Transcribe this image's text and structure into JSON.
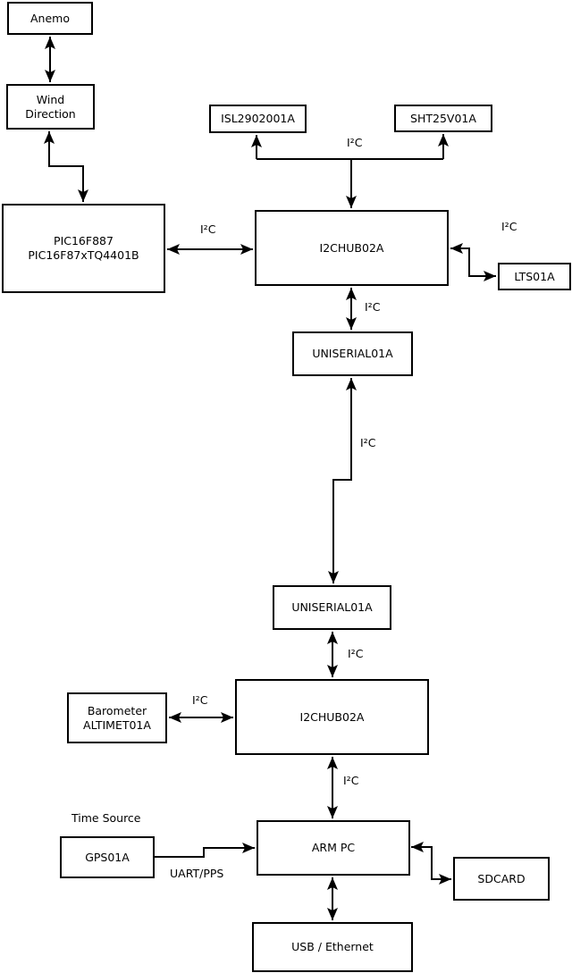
{
  "colors": {
    "background": "#ffffff",
    "line": "#000000",
    "box_fill": "#ffffff",
    "box_border": "#000000",
    "text": "#000000"
  },
  "boxes": {
    "anemo": {
      "label": "Anemo"
    },
    "wind_direction": {
      "label": "Wind\nDirection"
    },
    "pic": {
      "label": "PIC16F887\nPIC16F87xTQ4401B"
    },
    "isl": {
      "label": "ISL2902001A"
    },
    "sht": {
      "label": "SHT25V01A"
    },
    "hub1": {
      "label": "I2CHUB02A"
    },
    "lts": {
      "label": "LTS01A"
    },
    "uniserial1": {
      "label": "UNISERIAL01A"
    },
    "uniserial2": {
      "label": "UNISERIAL01A"
    },
    "hub2": {
      "label": "I2CHUB02A"
    },
    "barometer": {
      "label": "Barometer\nALTIMET01A"
    },
    "gps": {
      "label": "GPS01A"
    },
    "arm_pc": {
      "label": "ARM PC"
    },
    "sdcard": {
      "label": "SDCARD"
    },
    "usb_ethernet": {
      "label": "USB / Ethernet"
    }
  },
  "edge_labels": {
    "pic_hub1": "I²C",
    "top_bus": "I²C",
    "hub1_lts": "I²C",
    "hub1_uniserial1": "I²C",
    "uniserial1_uniserial2": "I²C",
    "uniserial2_hub2": "I²C",
    "barometer_hub2": "I²C",
    "hub2_armpc": "I²C",
    "gps_caption": "Time Source",
    "gps_armpc": "UART/PPS"
  },
  "edges": [
    {
      "from": "Anemo",
      "to": "Wind Direction",
      "arrows": "both",
      "label": ""
    },
    {
      "from": "Wind Direction",
      "to": "PIC16F887 PIC16F87xTQ4401B",
      "arrows": "both",
      "label": ""
    },
    {
      "from": "PIC16F887 PIC16F87xTQ4401B",
      "to": "I2CHUB02A (upper)",
      "arrows": "both",
      "label": "I²C"
    },
    {
      "from": "I2CHUB02A (upper)",
      "to": "ISL2902001A",
      "arrows": "to",
      "label": "I²C"
    },
    {
      "from": "I2CHUB02A (upper)",
      "to": "SHT25V01A",
      "arrows": "to",
      "label": "I²C"
    },
    {
      "from": "I2CHUB02A (upper)",
      "to": "LTS01A",
      "arrows": "both",
      "label": "I²C"
    },
    {
      "from": "I2CHUB02A (upper)",
      "to": "UNISERIAL01A (upper)",
      "arrows": "both",
      "label": "I²C"
    },
    {
      "from": "UNISERIAL01A (upper)",
      "to": "UNISERIAL01A (lower)",
      "arrows": "both",
      "label": "I²C"
    },
    {
      "from": "UNISERIAL01A (lower)",
      "to": "I2CHUB02A (lower)",
      "arrows": "both",
      "label": "I²C"
    },
    {
      "from": "Barometer ALTIMET01A",
      "to": "I2CHUB02A (lower)",
      "arrows": "both",
      "label": "I²C"
    },
    {
      "from": "I2CHUB02A (lower)",
      "to": "ARM PC",
      "arrows": "both",
      "label": "I²C"
    },
    {
      "from": "GPS01A",
      "to": "ARM PC",
      "arrows": "to",
      "label": "UART/PPS"
    },
    {
      "from": "ARM PC",
      "to": "SDCARD",
      "arrows": "both",
      "label": ""
    },
    {
      "from": "ARM PC",
      "to": "USB / Ethernet",
      "arrows": "both",
      "label": ""
    }
  ]
}
